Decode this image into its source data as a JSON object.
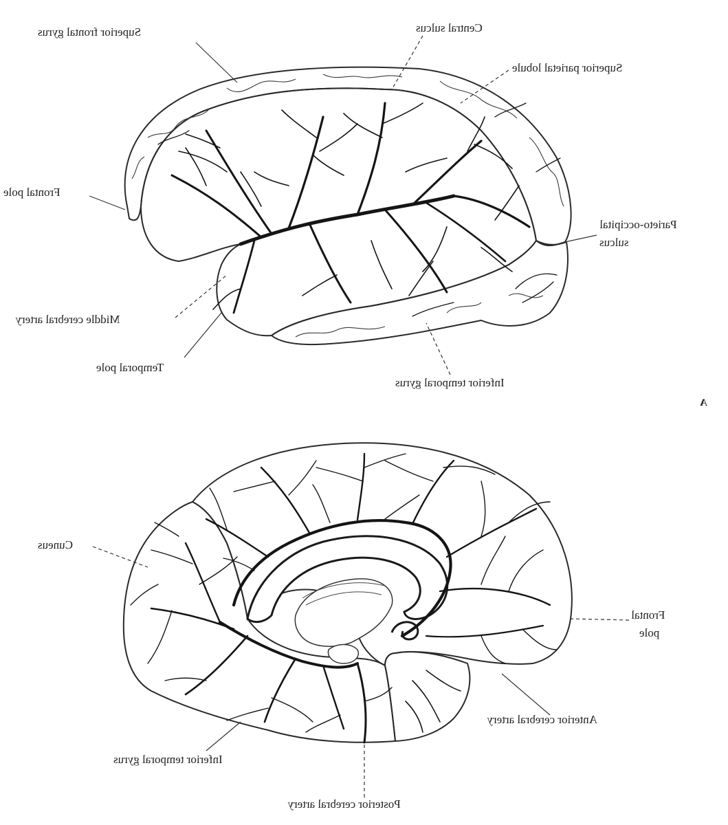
{
  "colors": {
    "acaTerritory": "#b9d7ee",
    "mcaTerritory": "#d93d6b",
    "pcaTerritory": "#f2e1b4",
    "vessel": "#151515",
    "white": "#ffffff"
  },
  "figureA": {
    "panel_letter": "A",
    "labels": {
      "superior_frontal_gyrus": "Superior frontal gyrus",
      "central_sulcus": "Central sulcus",
      "superior_parietal_lobule": "Superior parietal lobule",
      "frontal_pole": "Frontal pole",
      "parieto_occipital_sulcus_line1": "Parieto-occipital",
      "parieto_occipital_sulcus_line2": "sulcus",
      "middle_cerebral_artery": "Middle cerebral artery",
      "temporal_pole": "Temporal pole",
      "inferior_temporal_gyrus": "Inferior temporal gyrus"
    }
  },
  "figureB": {
    "labels": {
      "cuneus": "Cuneus",
      "frontal_pole_line1": "Frontal",
      "frontal_pole_line2": "pole",
      "anterior_cerebral_artery": "Anterior cerebral artery",
      "inferior_temporal_gyrus": "Inferior temporal gyrus",
      "posterior_cerebral_artery": "Posterior cerebral artery"
    }
  }
}
